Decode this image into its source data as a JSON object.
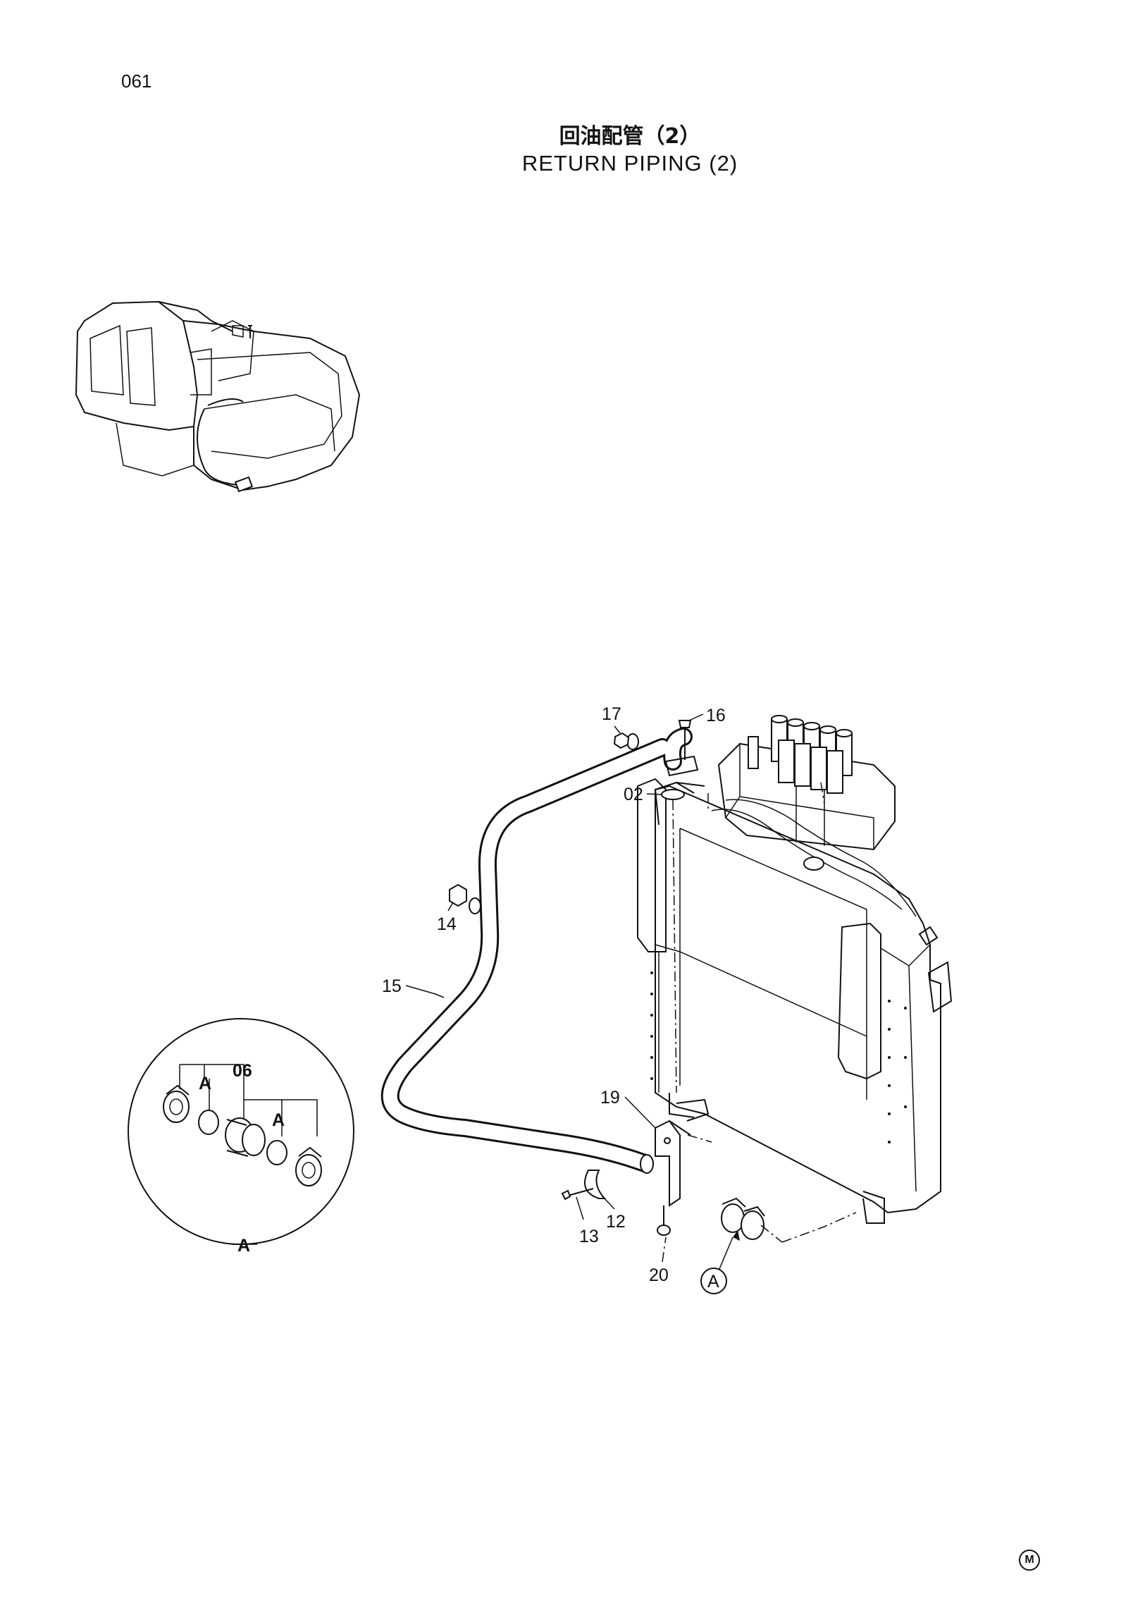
{
  "page_number": "061",
  "title_cn": "回油配管（2）",
  "title_en": "RETURN PIPING (2)",
  "callouts": {
    "p17": "17",
    "p16": "16",
    "p02": "02",
    "p14": "14",
    "p15": "15",
    "p19": "19",
    "p12": "12",
    "p13": "13",
    "p20": "20",
    "p06": "06",
    "detail_a_top_left": "A",
    "detail_a_top_right": "A",
    "detail_a_bottom": "A",
    "view_a_circle": "A"
  },
  "corner_mark": "M"
}
